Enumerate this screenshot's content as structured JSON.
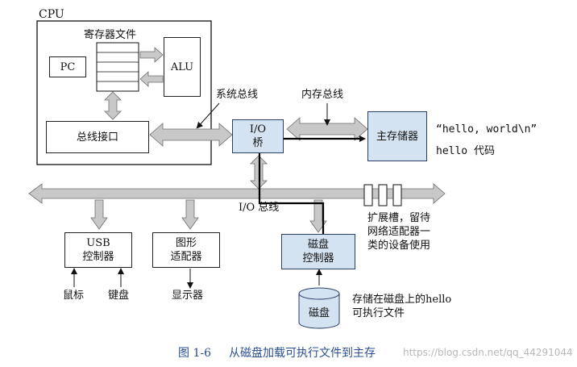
{
  "cpu": {
    "title": "CPU"
  },
  "register_file": {
    "label": "寄存器文件"
  },
  "pc": {
    "label": "PC"
  },
  "alu": {
    "label": "ALU"
  },
  "bus_interface": {
    "label": "总线接口"
  },
  "system_bus": {
    "label": "系统总线"
  },
  "memory_bus": {
    "label": "内存总线"
  },
  "io_bridge": {
    "label_top": "I/O",
    "label_bottom": "桥"
  },
  "main_memory": {
    "label": "主存储器"
  },
  "hello_string": {
    "text": "“hello, world\\n”"
  },
  "hello_code": {
    "text": "hello 代码"
  },
  "io_bus": {
    "label": "I/O 总线"
  },
  "expansion": {
    "line1": "扩展槽，留待",
    "line2": "网络适配器一",
    "line3": "类的设备使用"
  },
  "usb": {
    "line1": "USB",
    "line2": "控制器"
  },
  "graphics": {
    "line1": "图形",
    "line2": "适配器"
  },
  "disk_controller": {
    "line1": "磁盘",
    "line2": "控制器"
  },
  "mouse": {
    "label": "鼠标"
  },
  "keyboard": {
    "label": "键盘"
  },
  "display": {
    "label": "显示器"
  },
  "disk": {
    "label": "磁盘"
  },
  "disk_note": {
    "line1": "存储在磁盘上的hello",
    "line2": "可执行文件"
  },
  "caption": {
    "number": "图 1-6",
    "text": "从磁盘加载可执行文件到主存"
  },
  "watermark": {
    "text": "https://blog.csdn.net/qq_44291044"
  },
  "colors": {
    "bus_fill": "#c8c8c8",
    "bus_stroke": "#6e6e6e",
    "highlight_box": "#d4e3f1",
    "caption": "#2a4f8c"
  }
}
